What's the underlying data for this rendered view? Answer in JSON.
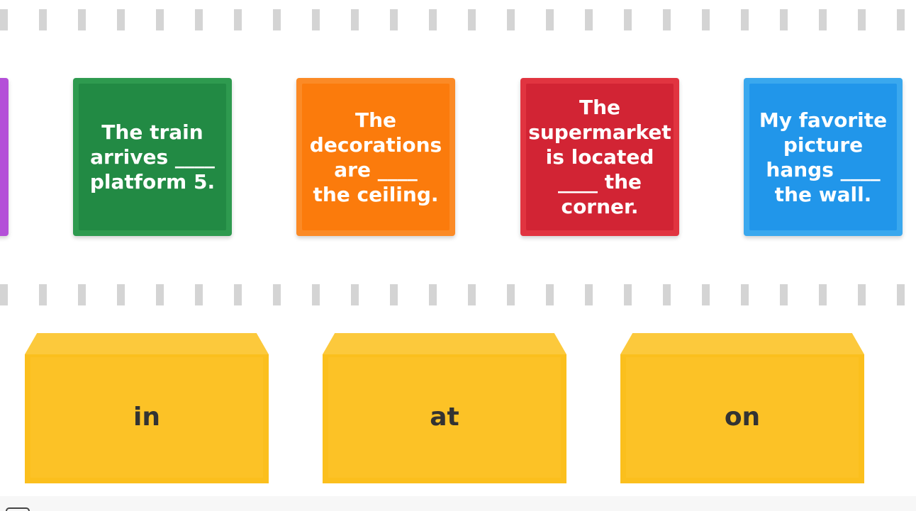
{
  "questions": [
    {
      "text": "",
      "color": "#b44fd8"
    },
    {
      "text": "The train\narrives ____\nplatform 5.",
      "color": "#228a44"
    },
    {
      "text": "The\ndecorations\nare ____\nthe ceiling.",
      "color": "#fb7b0c"
    },
    {
      "text": "The\nsupermarket\nis located\n____ the\ncorner.",
      "color": "#d22434"
    },
    {
      "text": "My favorite\npicture\nhangs ____\nthe wall.",
      "color": "#2196ea"
    }
  ],
  "answers": [
    {
      "label": "in",
      "color": "#fbbf1d"
    },
    {
      "label": "at",
      "color": "#fbbf1d"
    },
    {
      "label": "on",
      "color": "#fbbf1d"
    }
  ],
  "strip_color": "#d4d4d4",
  "footer_icon": "menu-toggle-icon"
}
